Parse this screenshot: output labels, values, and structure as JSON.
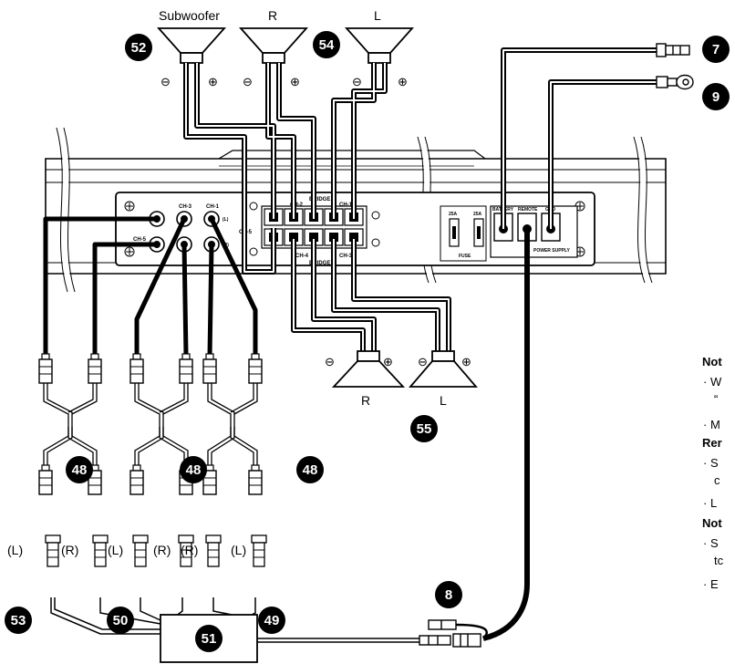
{
  "speaker_labels": {
    "subwoofer": "Subwoofer",
    "right_top": "R",
    "left_top": "L",
    "right_bottom": "R",
    "left_bottom": "L"
  },
  "callouts": {
    "c52": "52",
    "c54": "54",
    "c7": "7",
    "c9": "9",
    "c48a": "48",
    "c48b": "48",
    "c48c": "48",
    "c55": "55",
    "c53": "53",
    "c50": "50",
    "c49": "49",
    "c8": "8",
    "c51": "51"
  },
  "terminal_signs": {
    "minus": "⊖",
    "plus": "⊕"
  },
  "amp_panel": {
    "ch1": "CH-1",
    "ch2": "CH-2",
    "ch3": "CH-3",
    "ch4": "CH-4",
    "ch5": "CH-5",
    "ch5_side": "CH-5",
    "bridge_top": "BRIDGE",
    "bridge_bottom": "BRIDGE",
    "ch1_l": "(L)",
    "ch1_r": "(R)",
    "fuse1_rating": "25A",
    "fuse2_rating": "25A",
    "fuse_label": "FUSE",
    "battery": "BATTERY",
    "remote": "REMOTE",
    "gnd": "GND",
    "power_supply": "POWER SUPPLY"
  },
  "rca_labels": {
    "g1_left": "(L)",
    "g1_right": "(R)",
    "g2_left": "(L)",
    "g2_right": "(R)",
    "g3_right": "(R)",
    "g3_left": "(L)"
  },
  "notes": {
    "n1": "Not",
    "n1_b1": "W",
    "n1_b1_cont": "“",
    "n1_b2": "M",
    "n2": "Rer",
    "n2_b1": "S",
    "n2_b1_cont": "c",
    "n2_b2": "L",
    "n3": "Not",
    "n3_b1": "S",
    "n3_b1_cont": "tc",
    "n3_b2": "E"
  }
}
